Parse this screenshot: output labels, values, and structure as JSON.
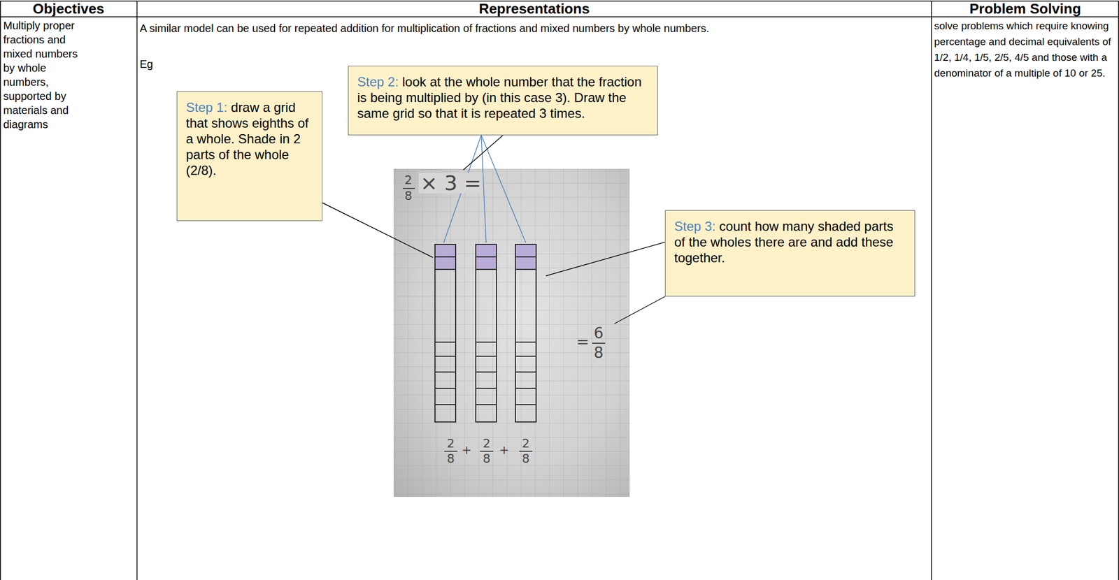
{
  "diagram": {
    "nodes": [
      {
        "text": [
          "Step 1:",
          "draw a grid that shows eighths of a whole. Shade in 2 parts of the whole (2/8)."
        ]
      },
      {
        "text": [
          "Step 2:",
          "look at the whole number that the fraction is being multiplied by (in this case 3). Draw the same grid so that it is repeated 3 times."
        ]
      },
      {
        "text": [
          "Step 3:",
          "count how many shaded parts of the wholes there are and add these together."
        ]
      }
    ],
    "labels": [
      "Objectives",
      "Representations",
      "Problem Solving",
      "Multiply proper fractions and mixed numbers by whole numbers, supported by materials and diagrams",
      "A similar model can be used for repeated addition for multiplication of fractions and mixed numbers by whole numbers.",
      "Eg",
      "solve problems which require knowing percentage and decimal equivalents of 1/2, 1/4, 1/5, 2/5, 4/5 and those with a denominator of a multiple of 10 or 25.",
      "2",
      "8",
      "× 3 =",
      "=",
      "6",
      "8",
      "2",
      "8",
      "+",
      "2",
      "8",
      "+",
      "2",
      "8"
    ]
  }
}
